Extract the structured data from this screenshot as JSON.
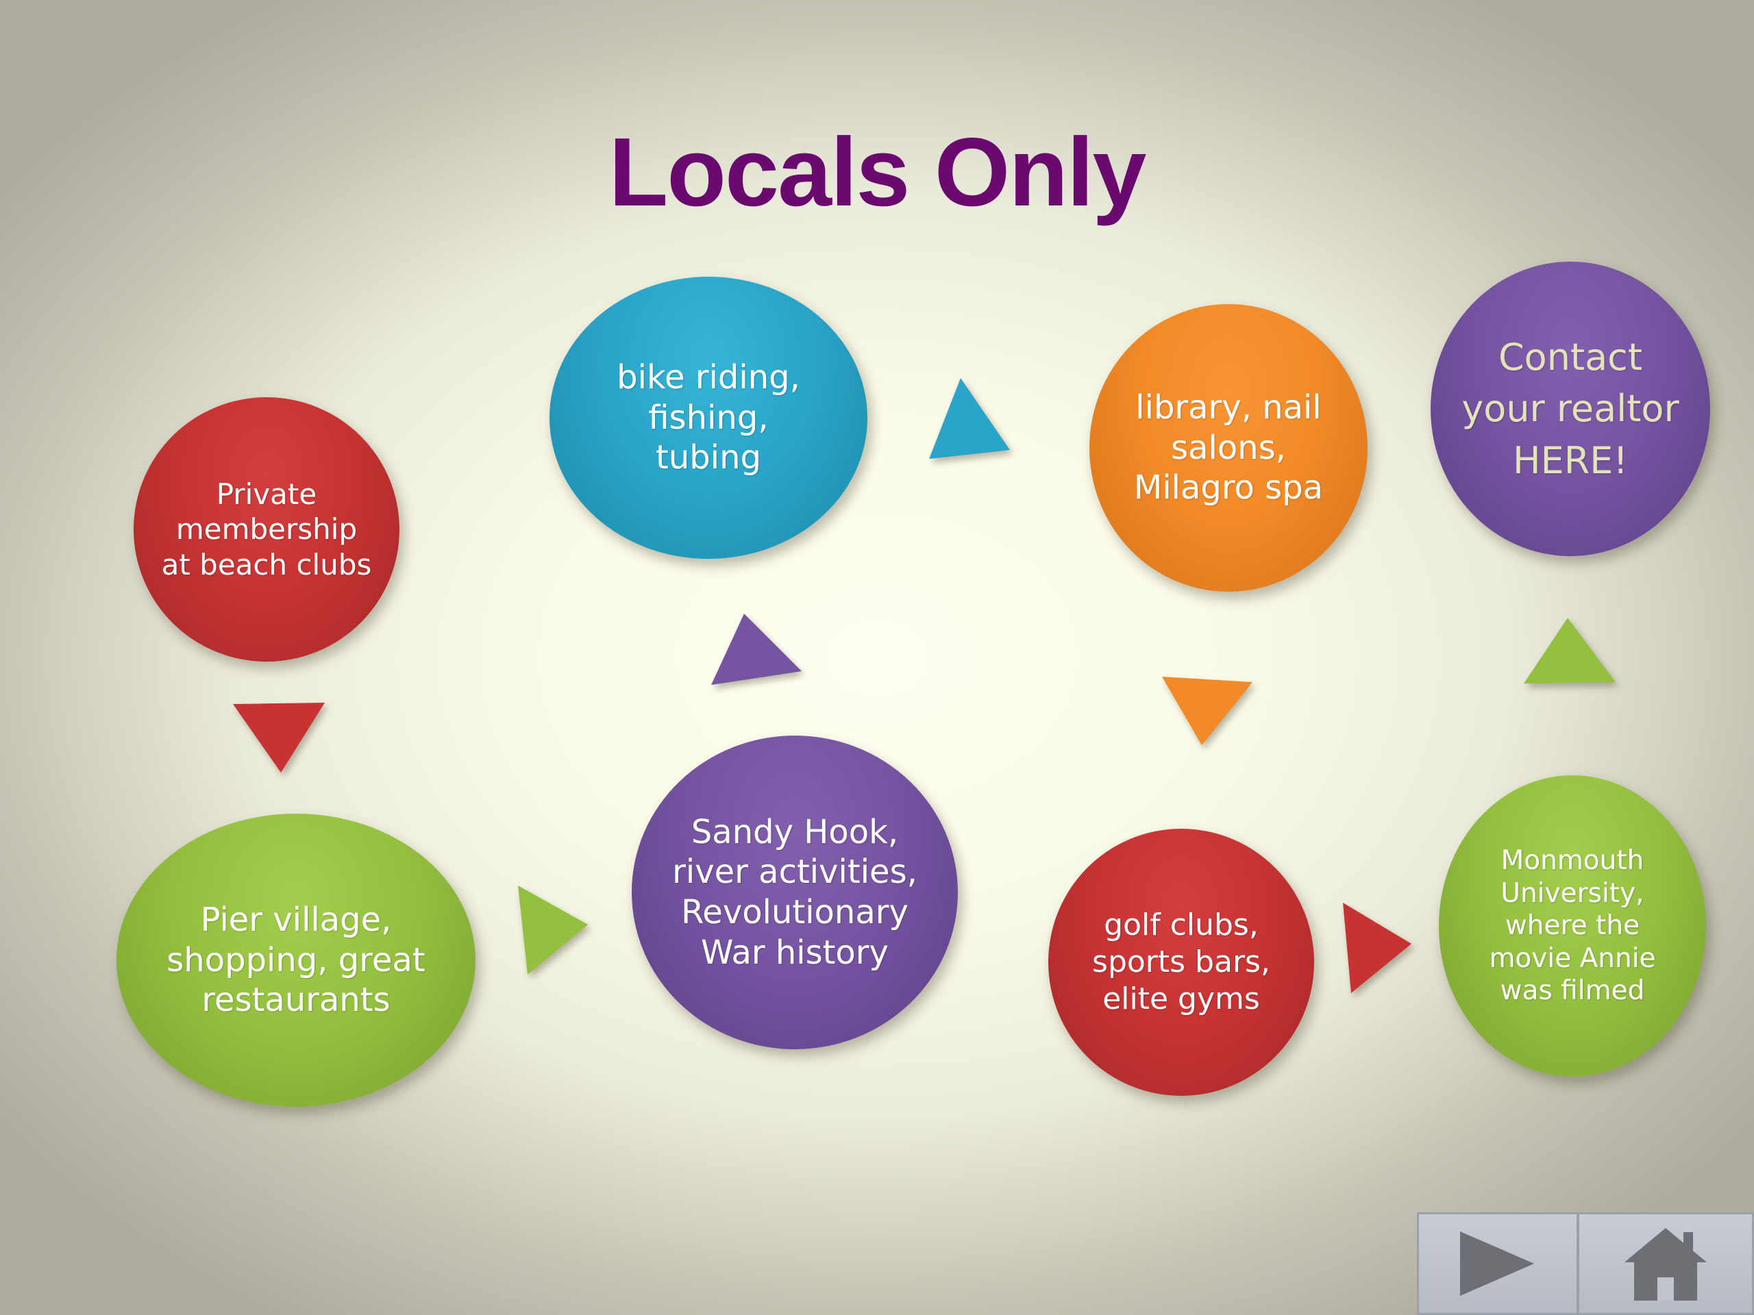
{
  "slide": {
    "title": "Locals Only"
  },
  "nodes": {
    "private_membership": "Private membership at beach clubs",
    "pier_village": "Pier village, shopping, great restaurants",
    "sandy_hook": "Sandy Hook, river activities, Revolutionary War history",
    "bike_riding": "bike riding, fishing, tubing",
    "library": "library, nail salons, Milagro spa",
    "golf_clubs": "golf clubs, sports bars, elite gyms",
    "monmouth": "Monmouth University, where the movie Annie was filmed",
    "contact": "Contact your realtor HERE!"
  },
  "colors": {
    "title": "#6a0a6e",
    "red": "#c73333",
    "blue": "#2aa5c9",
    "orange": "#f18a27",
    "purple": "#7654a2",
    "green": "#94c03f",
    "contact_text": "#e3e3b8",
    "nav_button": "#c0c3cb"
  },
  "navigation": {
    "next_icon": "play-triangle-icon",
    "home_icon": "house-icon"
  }
}
